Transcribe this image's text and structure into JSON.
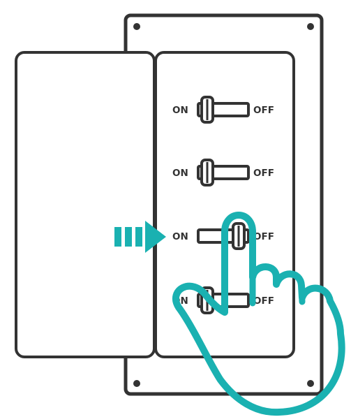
{
  "colors": {
    "line": "#333333",
    "accent": "#1AB1B1",
    "background": "#ffffff"
  },
  "switches": [
    {
      "on_label": "ON",
      "off_label": "OFF",
      "state": "on"
    },
    {
      "on_label": "ON",
      "off_label": "OFF",
      "state": "on"
    },
    {
      "on_label": "ON",
      "off_label": "OFF",
      "state": "off",
      "highlighted": true
    },
    {
      "on_label": "ON",
      "off_label": "OFF",
      "state": "on"
    }
  ],
  "icons": {
    "pointer": "arrow-right-icon",
    "hand": "hand-pointer-icon",
    "screw": "screw-icon"
  }
}
